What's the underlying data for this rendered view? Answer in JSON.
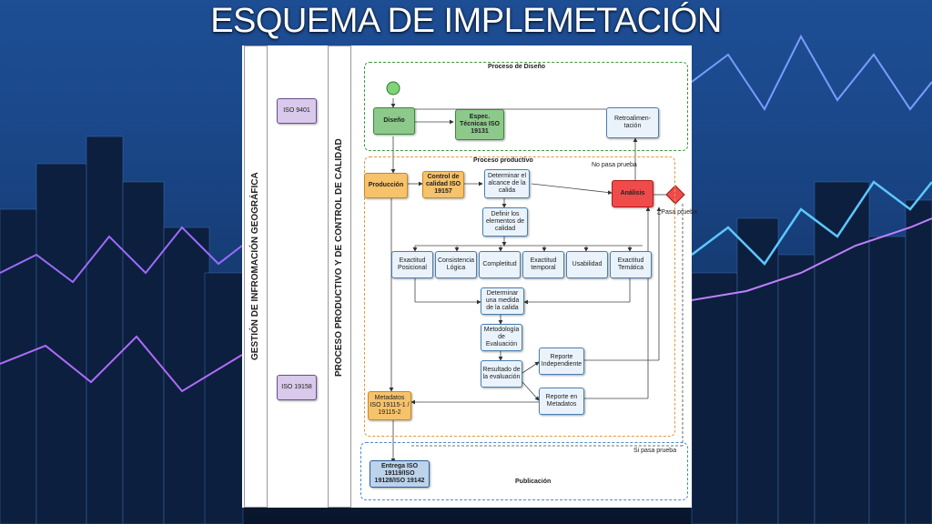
{
  "title": "ESQUEMA DE IMPLEMETACIÓN",
  "lanes": {
    "outer": "GESTIÓN DE INFROMACIÓN GEOGRÁFICA",
    "inner": "PROCESO PRODUCTIVO Y DE CONTROL DE CALIDAD"
  },
  "iso_tags": {
    "top": "ISO 9401",
    "bottom": "ISO 19158"
  },
  "groups": {
    "diseno": "Proceso de Diseño",
    "productivo": "Proceso productivo",
    "publicacion": "Publicación"
  },
  "labels": {
    "no_pasa": "No pasa prueba",
    "pasa_q": "¿Pasa prueba",
    "si_pasa": "Si pasa prueba"
  },
  "nodes": {
    "diseno": "Diseño",
    "espec": "Espec. Técnicas ISO 19131",
    "retro": "Retroalimen-tación",
    "produccion": "Producción",
    "control": "Control de calidad ISO 19157",
    "alcance": "Determinar el alcance de la calida",
    "elementos": "Definir los elementos de calidad",
    "posicional": "Exactitud Posicional",
    "logica": "Consistencia Lógica",
    "completitud": "Completitud",
    "temporal": "Exactitud temporal",
    "usabilidad": "Usabilidad",
    "tematica": "Exactitud Temática",
    "medida": "Determinar una medida de la calida",
    "metodologia": "Metodología de Evaluación",
    "resultado": "Resultado de la evaluación",
    "reporte_ind": "Reporte Independiente",
    "reporte_meta": "Reporte en Metadatos",
    "metadatos": "Metadatos ISO 19115-1 / 19115-2",
    "analisis": "Análisis",
    "entrega": "Entrega ISO 19119/ISO 19128/ISO 19142"
  },
  "colors": {
    "accent": "#1e90ff",
    "title": "#ffffff"
  }
}
